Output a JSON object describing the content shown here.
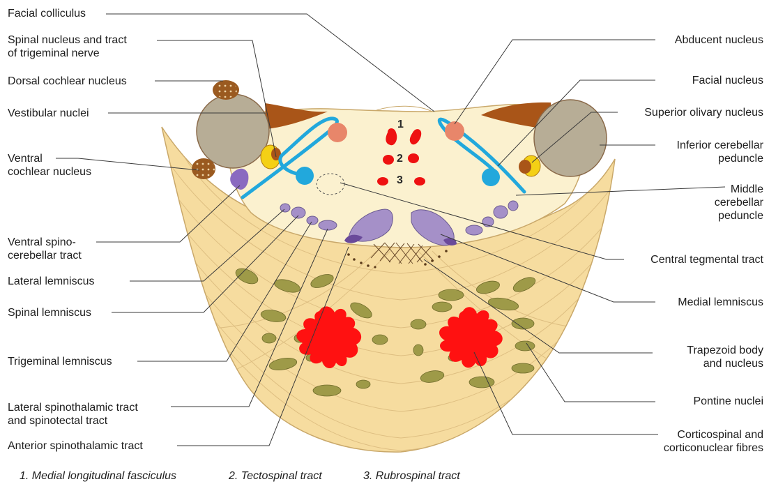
{
  "labels_left": {
    "facial_colliculus": "Facial colliculus",
    "spinal_nucleus_trigeminal": "Spinal nucleus and tract\nof trigeminal nerve",
    "dorsal_cochlear": "Dorsal cochlear nucleus",
    "vestibular": "Vestibular nuclei",
    "ventral_cochlear": "Ventral\ncochlear nucleus",
    "ventral_spinocerebellar": "Ventral spino-\ncerebellar tract",
    "lateral_lemniscus": "Lateral lemniscus",
    "spinal_lemniscus": "Spinal lemniscus",
    "trigeminal_lemniscus": "Trigeminal lemniscus",
    "lateral_spinothalamic": "Lateral spinothalamic tract\nand spinotectal tract",
    "anterior_spinothalamic": "Anterior spinothalamic tract"
  },
  "labels_right": {
    "abducent": "Abducent nucleus",
    "facial_nucleus": "Facial nucleus",
    "superior_olivary": "Superior olivary nucleus",
    "inferior_cerebellar": "Inferior cerebellar\npeduncle",
    "middle_cerebellar": "Middle\ncerebellar\npeduncle",
    "central_tegmental": "Central tegmental tract",
    "medial_lemniscus": "Medial lemniscus",
    "trapezoid": "Trapezoid body\nand nucleus",
    "pontine_nuclei": "Pontine nuclei",
    "corticospinal": "Corticospinal and\ncorticonuclear fibres"
  },
  "numbers": {
    "n1": "1",
    "n2": "2",
    "n3": "3"
  },
  "footnotes": {
    "f1": "1. Medial longitudinal fasciculus",
    "f2": "2. Tectospinal tract",
    "f3": "3. Rubrospinal tract"
  },
  "colors": {
    "pons_base": "#f6dc9f",
    "tegmentum": "#fbf1cf",
    "peduncle": "#b7ad96",
    "vestibular": "#a95518",
    "facial_nerve": "#22a8dc",
    "abducent": "#e8866a",
    "tracts": "#ee1111",
    "lemniscus": "#a590c8",
    "pontine_nuclei": "#9e9a48",
    "corticospinal": "#ff1111",
    "trigeminal": "#f4d015",
    "cochlear": "#9a5a20",
    "line": "#3a3a3a"
  }
}
